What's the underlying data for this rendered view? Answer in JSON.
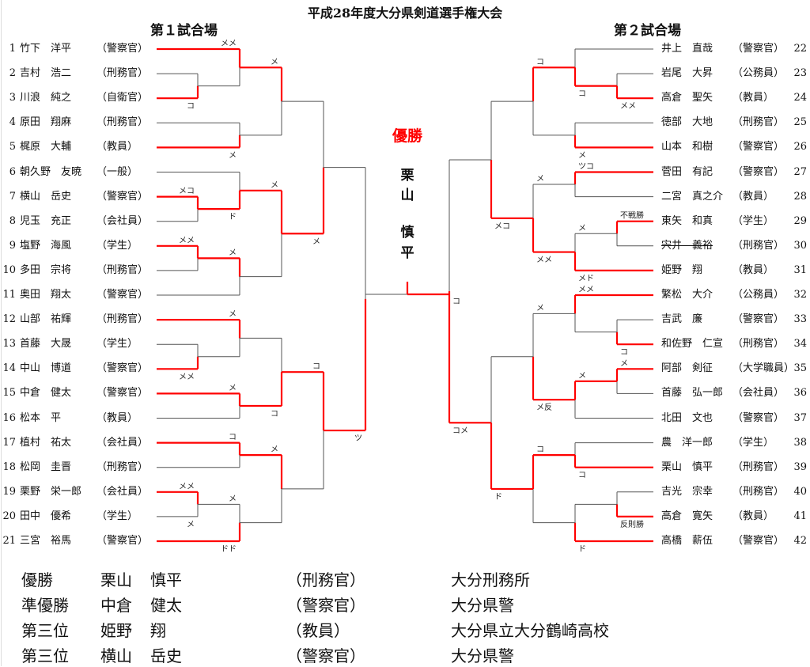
{
  "title": "平成28年度大分県剣道選手権大会",
  "courts": [
    "第１試合場",
    "第２試合場"
  ],
  "colors": {
    "win_line": "#ff0000",
    "line": "#555555",
    "champion_label": "#ff0000"
  },
  "champion": {
    "label": "優勝",
    "name_chars": [
      "栗",
      "山",
      "慎",
      "平"
    ]
  },
  "players": {
    "1": {
      "name": "竹下　洋平",
      "aff": "（警察官）"
    },
    "2": {
      "name": "吉村　浩二",
      "aff": "（刑務官）"
    },
    "3": {
      "name": "川浪　純之",
      "aff": "（自衛官）"
    },
    "4": {
      "name": "原田　翔麻",
      "aff": "（刑務官）"
    },
    "5": {
      "name": "梶原　大輔",
      "aff": "（教員）"
    },
    "6": {
      "name": "朝久野　友暁",
      "aff": "（一般）"
    },
    "7": {
      "name": "横山　岳史",
      "aff": "（警察官）"
    },
    "8": {
      "name": "児玉　充正",
      "aff": "（会社員）"
    },
    "9": {
      "name": "塩野　海風",
      "aff": "（学生）"
    },
    "10": {
      "name": "多田　宗将",
      "aff": "（刑務官）"
    },
    "11": {
      "name": "奥田　翔太",
      "aff": "（警察官）"
    },
    "12": {
      "name": "山部　祐輝",
      "aff": "（刑務官）"
    },
    "13": {
      "name": "首藤　大晟",
      "aff": "（学生）"
    },
    "14": {
      "name": "中山　博道",
      "aff": "（警察官）"
    },
    "15": {
      "name": "中倉　健太",
      "aff": "（警察官）"
    },
    "16": {
      "name": "松本　平",
      "aff": "（教員）"
    },
    "17": {
      "name": "植村　祐太",
      "aff": "（会社員）"
    },
    "18": {
      "name": "松岡　圭晋",
      "aff": "（刑務官）"
    },
    "19": {
      "name": "栗野　栄一郎",
      "aff": "（会社員）"
    },
    "20": {
      "name": "田中　優希",
      "aff": "（学生）"
    },
    "21": {
      "name": "三宮　裕馬",
      "aff": "（警察官）"
    },
    "22": {
      "name": "井上　直哉",
      "aff": "（警察官）"
    },
    "23": {
      "name": "岩尾　大昇",
      "aff": "（公務員）"
    },
    "24": {
      "name": "高倉　聖矢",
      "aff": "（教員）"
    },
    "25": {
      "name": "徳部　大地",
      "aff": "（刑務官）"
    },
    "26": {
      "name": "山本　和樹",
      "aff": "（警察官）"
    },
    "27": {
      "name": "菅田　有記",
      "aff": "（警察官）"
    },
    "28": {
      "name": "二宮　真之介",
      "aff": "（教員）"
    },
    "29": {
      "name": "東矢　和真",
      "aff": "（学生）"
    },
    "30": {
      "name": "宍井　義裕",
      "aff": "（刑務官）",
      "struck": true
    },
    "31": {
      "name": "姫野　翔",
      "aff": "（教員）"
    },
    "32": {
      "name": "繁松　大介",
      "aff": "（公務員）"
    },
    "33": {
      "name": "吉武　廉",
      "aff": "（警察官）"
    },
    "34": {
      "name": "和佐野　仁宣",
      "aff": "（刑務官）"
    },
    "35": {
      "name": "阿部　剣征",
      "aff": "（大学職員）"
    },
    "36": {
      "name": "首藤　弘一郎",
      "aff": "（会社員）"
    },
    "37": {
      "name": "北田　文也",
      "aff": "（警察官）"
    },
    "38": {
      "name": "農　洋一郎",
      "aff": "（学生）"
    },
    "39": {
      "name": "栗山　慎平",
      "aff": "（刑務官）"
    },
    "40": {
      "name": "吉光　宗幸",
      "aff": "（刑務官）"
    },
    "41": {
      "name": "高倉　寛矢",
      "aff": "（教員）"
    },
    "42": {
      "name": "高橋　薪伍",
      "aff": "（警察官）"
    }
  },
  "bracket": {
    "final": {
      "winner": "right",
      "s": "コ"
    },
    "left": {
      "p": [
        {
          "p": [
            {
              "p": [
                {
                  "p": [
                    1,
                    {
                      "p": [
                        2,
                        3
                      ],
                      "w": 1,
                      "s": "コ"
                    }
                  ],
                  "w": 0,
                  "s": "メメ"
                },
                {
                  "p": [
                    4,
                    5
                  ],
                  "w": 1,
                  "s": "メ"
                }
              ],
              "w": 0,
              "s": "メ"
            },
            {
              "p": [
                {
                  "p": [
                    6,
                    {
                      "p": [
                        7,
                        8
                      ],
                      "w": 0,
                      "s": "メコ"
                    }
                  ],
                  "w": 1,
                  "s": "ド"
                },
                {
                  "p": [
                    {
                      "p": [
                        9,
                        10
                      ],
                      "w": 0,
                      "s": "メメ"
                    },
                    11
                  ],
                  "w": 0,
                  "s": "メ"
                }
              ],
              "w": 0,
              "s": "メ"
            }
          ],
          "w": 1,
          "s": "メ"
        },
        {
          "p": [
            {
              "p": [
                {
                  "p": [
                    12,
                    {
                      "p": [
                        13,
                        14
                      ],
                      "w": 1,
                      "s": "メメ"
                    }
                  ],
                  "w": 0,
                  "s": "メ"
                },
                {
                  "p": [
                    15,
                    16
                  ],
                  "w": 0,
                  "s": "メ"
                }
              ],
              "w": 1,
              "s": "コ"
            },
            {
              "p": [
                {
                  "p": [
                    17,
                    18
                  ],
                  "w": 0,
                  "s": "コ"
                },
                {
                  "p": [
                    {
                      "p": [
                        19,
                        20
                      ],
                      "w": 0,
                      "s": "メメ",
                      "ls": "メ"
                    },
                    21
                  ],
                  "w": 1,
                  "s": "ドド",
                  "ls": "メ"
                }
              ],
              "w": 0,
              "s": "メ"
            }
          ],
          "w": 0,
          "s": "コ"
        }
      ],
      "w": 1,
      "s": "ツ"
    },
    "right": {
      "p": [
        {
          "p": [
            {
              "p": [
                {
                  "p": [
                    22,
                    {
                      "p": [
                        23,
                        24
                      ],
                      "w": 1,
                      "s": "メメ"
                    }
                  ],
                  "w": 1,
                  "s": "コ"
                },
                {
                  "p": [
                    25,
                    26
                  ],
                  "w": 1,
                  "s": "メ"
                }
              ],
              "w": 0,
              "s": "コ"
            },
            {
              "p": [
                {
                  "p": [
                    27,
                    28
                  ],
                  "w": 0,
                  "s": "ツコ"
                },
                {
                  "p": [
                    {
                      "p": [
                        29,
                        30
                      ],
                      "w": 0,
                      "s": "不戦勝"
                    },
                    31
                  ],
                  "w": 1,
                  "s": "メド",
                  "ls": "メ"
                }
              ],
              "w": 1,
              "s": "メメ",
              "ls": "メ"
            }
          ],
          "w": 1,
          "s": "メコ"
        },
        {
          "p": [
            {
              "p": [
                {
                  "p": [
                    32,
                    {
                      "p": [
                        33,
                        34
                      ],
                      "w": 1,
                      "s": "コ"
                    }
                  ],
                  "w": 0,
                  "s": "メメ"
                },
                {
                  "p": [
                    {
                      "p": [
                        35,
                        36
                      ],
                      "w": 0,
                      "s": "メ"
                    },
                    37
                  ],
                  "w": 0,
                  "s": "メ"
                }
              ],
              "w": 1,
              "s": "メ反",
              "ls": "メ"
            },
            {
              "p": [
                {
                  "p": [
                    38,
                    39
                  ],
                  "w": 1,
                  "s": "コ"
                },
                {
                  "p": [
                    {
                      "p": [
                        40,
                        41
                      ],
                      "w": 1,
                      "s": "反則勝"
                    },
                    42
                  ],
                  "w": 1,
                  "s": "ド"
                }
              ],
              "w": 0,
              "s": "コ"
            }
          ],
          "w": 1,
          "s": "ド"
        }
      ],
      "w": 1,
      "s": "コメ"
    }
  },
  "results": [
    {
      "rank": "優勝",
      "surname": "栗山",
      "given": "慎平",
      "aff": "（刑務官）",
      "org": "大分刑務所"
    },
    {
      "rank": "準優勝",
      "surname": "中倉",
      "given": "健太",
      "aff": "（警察官）",
      "org": "大分県警"
    },
    {
      "rank": "第三位",
      "surname": "姫野",
      "given": "翔",
      "aff": "（教員）",
      "org": "大分県立大分鶴崎高校"
    },
    {
      "rank": "第三位",
      "surname": "横山",
      "given": "岳史",
      "aff": "（警察官）",
      "org": "大分県警"
    }
  ]
}
